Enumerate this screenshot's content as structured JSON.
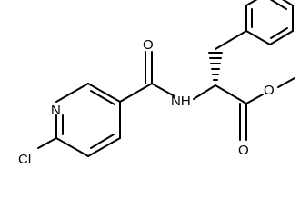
{
  "molecule": {
    "atoms": {
      "cl": "Cl",
      "n_ring": "N",
      "o_amide": "O",
      "n_amide": "NH",
      "o_ester_carbonyl": "O",
      "o_ester": "O"
    },
    "colors": {
      "bond": "#000000",
      "label": "#000000",
      "background": "#ffffff"
    }
  }
}
